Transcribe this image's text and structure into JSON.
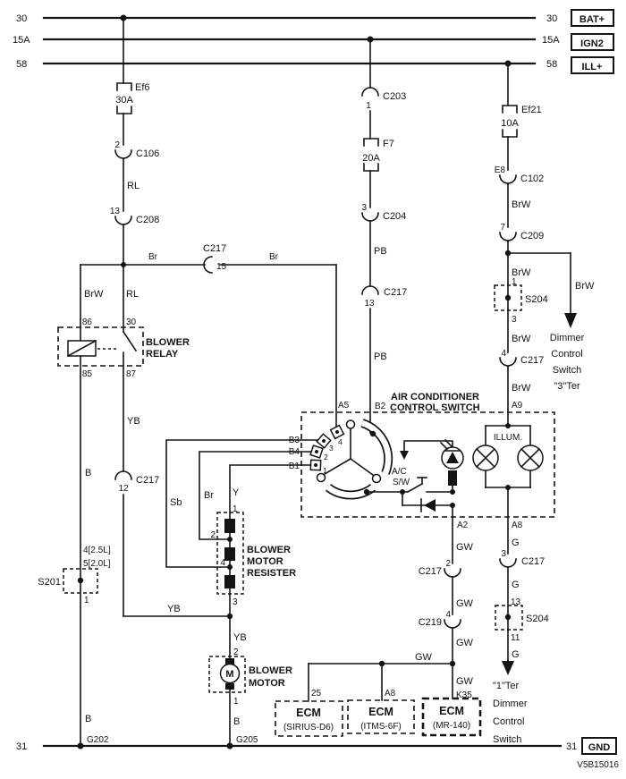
{
  "diagram_id": "V5B15016",
  "rails": {
    "bat": {
      "code_left": "30",
      "code_right": "30",
      "tag": "BAT+"
    },
    "ign": {
      "code_left": "15A",
      "code_right": "15A",
      "tag": "IGN2"
    },
    "ill": {
      "code_left": "58",
      "code_right": "58",
      "tag": "ILL+"
    },
    "gnd": {
      "code_left": "31",
      "code_right": "31",
      "tag": "GND"
    }
  },
  "fuses": {
    "ef6": {
      "name": "Ef6",
      "rating": "30A"
    },
    "f7": {
      "name": "F7",
      "rating": "20A"
    },
    "ef21": {
      "name": "Ef21",
      "rating": "10A"
    }
  },
  "connectors": {
    "c106": {
      "pin": "2",
      "name": "C106"
    },
    "c208": {
      "pin": "13",
      "name": "C208"
    },
    "c217_15": {
      "pin": "15",
      "name": "C217"
    },
    "c217_12": {
      "pin": "12",
      "name": "C217"
    },
    "c217_13": {
      "pin": "13",
      "name": "C217"
    },
    "c203": {
      "pin": "1",
      "name": "C203"
    },
    "c204": {
      "pin": "3",
      "name": "C204"
    },
    "c102": {
      "pin": "E8",
      "name": "C102"
    },
    "c209": {
      "pin": "7",
      "name": "C209"
    },
    "c217_4": {
      "pin": "4",
      "name": "C217"
    },
    "c217_2": {
      "pin": "2",
      "name": "C217"
    },
    "c219_4": {
      "pin": "4",
      "name": "C219"
    },
    "c217_3": {
      "pin": "3",
      "name": "C217"
    }
  },
  "splices": {
    "s201": {
      "name": "S201",
      "note1": "4[2.5L]",
      "note2": "5[2.0L]",
      "pin_bottom": "1"
    },
    "s204_upper": {
      "name": "S204",
      "pin_top": "1",
      "pin_bottom": "3"
    },
    "s204_lower": {
      "name": "S204",
      "pin_top": "13",
      "pin_bottom": "11"
    }
  },
  "wires": {
    "br": "Br",
    "brw": "BrW",
    "rl": "RL",
    "b": "B",
    "yb": "YB",
    "sb": "Sb",
    "y": "Y",
    "pb": "PB",
    "g": "G",
    "gw": "GW"
  },
  "blower_relay": {
    "line1": "BLOWER",
    "line2": "RELAY",
    "pin_86": "86",
    "pin_30": "30",
    "pin_85": "85",
    "pin_87": "87"
  },
  "blower_motor_resister": {
    "line1": "BLOWER",
    "line2": "MOTOR",
    "line3": "RESISTER",
    "pin_1": "1",
    "pin_2": "2",
    "pin_4": "4",
    "pin_3": "3"
  },
  "blower_motor": {
    "line1": "BLOWER",
    "line2": "MOTOR",
    "symbol": "M",
    "pin_2": "2",
    "pin_1": "1"
  },
  "ac_switch": {
    "title1": "AIR CONDITIONER",
    "title2": "CONTROL SWITCH",
    "pin_a5": "A5",
    "pin_b2": "B2",
    "pin_b3": "B3",
    "pin_b4": "B4",
    "pin_b1": "B1",
    "pin_a9": "A9",
    "pin_a2": "A2",
    "pin_a8": "A8",
    "pos_1": "1",
    "pos_2": "2",
    "pos_3": "3",
    "pos_4": "4",
    "sw1": "A/C",
    "sw2": "S/W",
    "illum": "ILLUM."
  },
  "ecm": {
    "sirius": {
      "title": "ECM",
      "subtitle": "(SIRIUS-D6)",
      "pin": "25"
    },
    "itms": {
      "title": "ECM",
      "subtitle": "(ITMS-6F)",
      "pin": "A8"
    },
    "mr140": {
      "title": "ECM",
      "subtitle": "(MR-140)",
      "pin": "K35"
    }
  },
  "grounds": {
    "g202": "G202",
    "g205": "G205"
  },
  "dimmer_upper": {
    "l1": "Dimmer",
    "l2": "Control",
    "l3": "Switch",
    "l4": "\"3\"Ter"
  },
  "dimmer_lower": {
    "l1": "\"1\"Ter",
    "l2": "Dimmer",
    "l3": "Control",
    "l4": "Switch"
  }
}
